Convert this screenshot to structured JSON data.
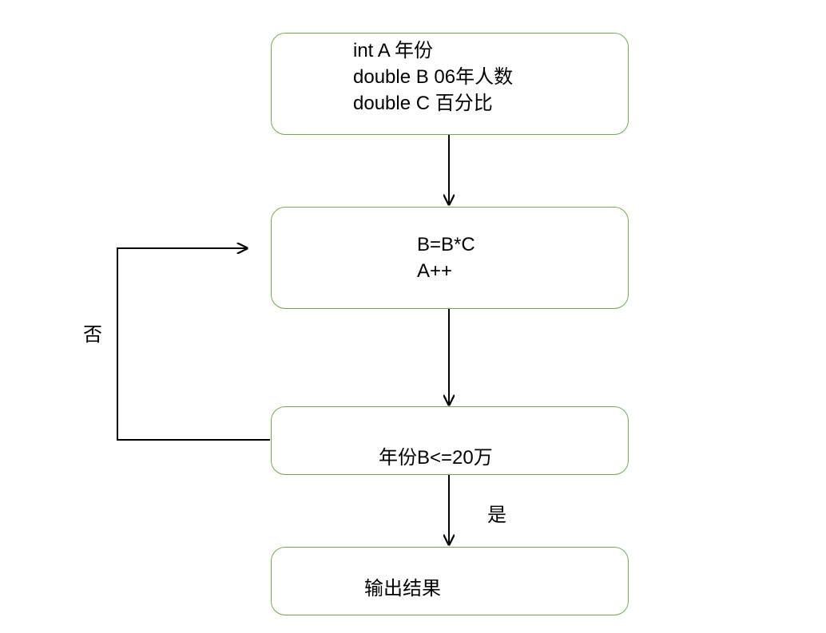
{
  "nodes": {
    "declare": {
      "lines": [
        "int A 年份",
        "double B 06年人数",
        "double C 百分比"
      ]
    },
    "compute": {
      "lines": [
        "B=B*C",
        "A++"
      ]
    },
    "condition": {
      "text": "年份B<=20万"
    },
    "output": {
      "text": "输出结果"
    }
  },
  "edges": {
    "no_label": "否",
    "yes_label": "是"
  },
  "colors": {
    "node_border": "#70ad47",
    "edge": "#000000"
  }
}
